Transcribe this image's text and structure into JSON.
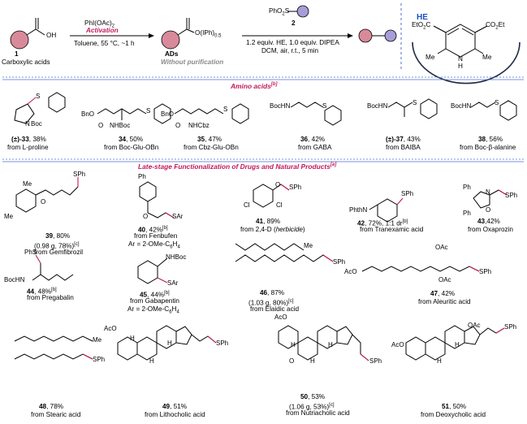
{
  "header": {
    "reactant1_number": "1",
    "reactant1_label": "Carboxylic acids",
    "acid_group": "OH",
    "reagent1": "PhI(OAc)",
    "reagent1_sub": "2",
    "activation": "Activation",
    "condition1": "Toluene, 55 °C, ~1 h",
    "intermediate_group": "O(IPh)",
    "intermediate_sub": "0.5",
    "intermediate_label": "ADs",
    "intermediate_note": "Without purification",
    "reagent2": "PhO",
    "reagent2_sub": "2",
    "reagent2_tail": "S",
    "reagent2_number": "2",
    "condition2a": "1.2 equiv. HE, 1.0 equiv. DIPEA",
    "condition2b": "DCM, air, r.t., 5 min",
    "he_label": "HE",
    "he_left": "EtO",
    "he_left_sub": "2",
    "he_left_tail": "C",
    "he_right": "CO",
    "he_right_sub": "2",
    "he_right_tail": "Et",
    "he_me": "Me",
    "he_nh": "N",
    "he_h": "H"
  },
  "sections": {
    "amino": "Amino acids",
    "amino_ref": "[b]",
    "drugs": "Late-stage Functionalization of Drugs and Natural Products",
    "drugs_ref": "[a]"
  },
  "amino_products": [
    {
      "num": "(±)-33",
      "yield": ", 38%",
      "from": "from L-proline",
      "groups": [
        "S",
        "N",
        "Boc"
      ]
    },
    {
      "num": "34",
      "yield": ", 50%",
      "from": "from Boc-Glu-OBn",
      "groups": [
        "BnO",
        "O",
        "NHBoc",
        "S"
      ]
    },
    {
      "num": "35",
      "yield": ", 47%",
      "from": "from Cbz-Glu-OBn",
      "groups": [
        "BnO",
        "O",
        "NHCbz",
        "S"
      ]
    },
    {
      "num": "36",
      "yield": ", 42%",
      "from": "from GABA",
      "groups": [
        "BocHN",
        "S"
      ]
    },
    {
      "num": "(±)-37",
      "yield": ", 43%",
      "from": "from BAIBA",
      "groups": [
        "BocHN",
        "S"
      ]
    },
    {
      "num": "38",
      "yield": ", 56%",
      "from": "from Boc-β-alanine",
      "groups": [
        "BocHN",
        "S"
      ]
    }
  ],
  "drug_products": [
    {
      "num": "39",
      "yield": ", 80%",
      "extra": "(0.98 g, 78%)",
      "extra_ref": "[c]",
      "from": "from Gemfibrozil",
      "groups": [
        "Me",
        "Me",
        "O",
        "SPh"
      ]
    },
    {
      "num": "40",
      "yield": ", 42%",
      "yield_ref": "[b]",
      "from": "from Fenbufen",
      "note": "Ar = 2-OMe-C",
      "note_sub1": "6",
      "note_tail": "H",
      "note_sub2": "4",
      "groups": [
        "Ph",
        "O",
        "SAr"
      ]
    },
    {
      "num": "41",
      "yield": ", 89%",
      "from_pre": "from 2,4-D (",
      "from_it": "herbicide",
      "from_post": ")",
      "groups": [
        "Cl",
        "Cl",
        "O",
        "SPh"
      ]
    },
    {
      "num": "42",
      "yield": ", 72%, 1:1 dr",
      "yield_ref": "[b]",
      "from": "from Tranexamic acid",
      "groups": [
        "PhthN",
        "SPh"
      ]
    },
    {
      "num": "43",
      "yield": ",42%",
      "from": "from Oxaprozin",
      "groups": [
        "Ph",
        "Ph",
        "O",
        "N",
        "SPh"
      ]
    },
    {
      "num": "44",
      "yield": ", 48%",
      "yield_ref": "[b]",
      "from": "from Pregabalin",
      "groups": [
        "PhS",
        "BocHN"
      ]
    },
    {
      "num": "45",
      "yield": ", 44%",
      "yield_ref": "[b]",
      "from": "from Gabapentin",
      "note": "Ar = 2-OMe-C",
      "note_sub1": "6",
      "note_tail": "H",
      "note_sub2": "4",
      "groups": [
        "NHBoc",
        "SAr"
      ]
    },
    {
      "num": "46",
      "yield": ", 87%",
      "extra": "(1.03 g, 80%)",
      "extra_ref": "[c]",
      "from": "from Elaidic acid",
      "groups": [
        "Me",
        "SPh"
      ]
    },
    {
      "num": "47",
      "yield": ", 42%",
      "from": "from Aleuritic acid",
      "groups": [
        "OAc",
        "AcO",
        "OAc",
        "SPh"
      ]
    },
    {
      "num": "48",
      "yield": ", 78%",
      "from": "from Stearic acid",
      "groups": [
        "Me",
        "SPh"
      ]
    },
    {
      "num": "49",
      "yield": ", 51%",
      "from": "from Lithocholic acid",
      "groups": [
        "AcO",
        "H",
        "H",
        "H",
        "SPh"
      ]
    },
    {
      "num": "50",
      "yield": ", 53%",
      "extra": "(1.06 g, 53%)",
      "extra_ref": "[c]",
      "from": "from Nutriacholic acid",
      "groups": [
        "AcO",
        "H",
        "H",
        "H",
        "O",
        "SPh"
      ]
    },
    {
      "num": "51",
      "yield": ", 50%",
      "from": "from Deoxycholic acid",
      "groups": [
        "AcO",
        "H",
        "H",
        "OAc",
        "SPh"
      ]
    }
  ],
  "colors": {
    "accent": "#c2185b",
    "circle1": "#d98a9a",
    "circle2": "#a79ed8",
    "divider": "#4a6fd0"
  }
}
